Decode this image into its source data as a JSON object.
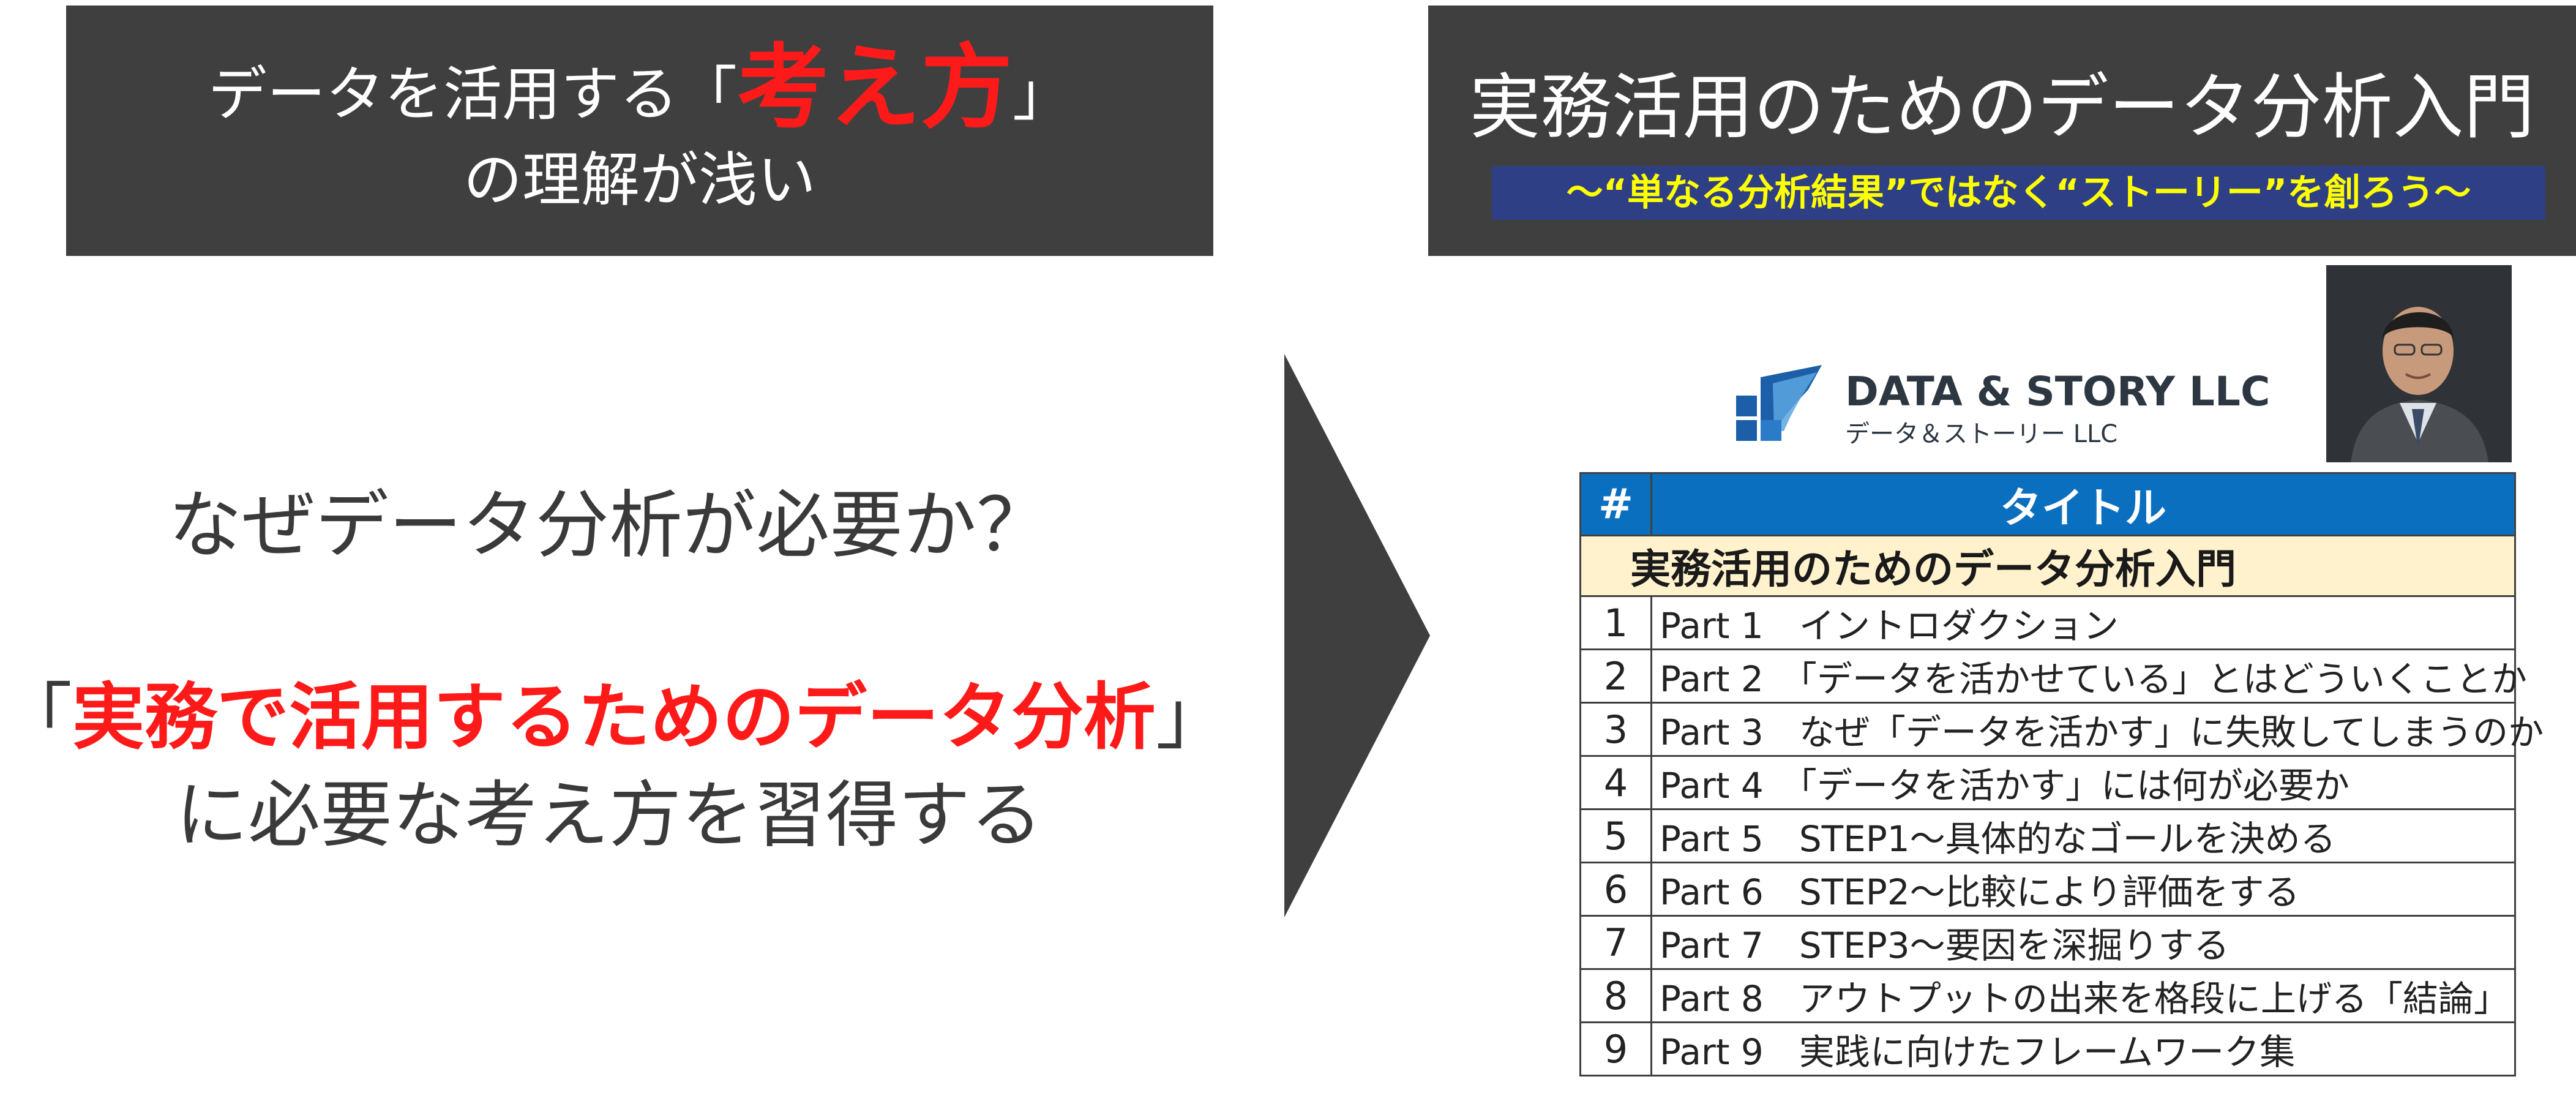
{
  "left_box": {
    "line1_before": "データを活用する「",
    "line1_emph": "考え方",
    "line1_after": "」",
    "line2": "の理解が浅い"
  },
  "right_box": {
    "title": "実務活用のためのデータ分析入門",
    "subtitle": "〜“単なる分析結果”ではなく“ストーリー”を創ろう〜"
  },
  "middle": {
    "question": "なぜデータ分析が必要か？",
    "line1_open": "「",
    "line1_emph": "実務で活用するためのデータ分析",
    "line1_close": "」",
    "line2": "に必要な考え方を習得する"
  },
  "logo": {
    "name": "DATA & STORY LLC",
    "sub": "データ＆ストーリー LLC"
  },
  "toc": {
    "col_num": "#",
    "col_title": "タイトル",
    "section": "実務活用のためのデータ分析入門",
    "rows": [
      {
        "num": "1",
        "title": "Part 1　イントロダクション"
      },
      {
        "num": "2",
        "title": "Part 2　「データを活かせている」とはどういくことか"
      },
      {
        "num": "3",
        "title": "Part 3　なぜ「データを活かす」に失敗してしまうのか"
      },
      {
        "num": "4",
        "title": "Part 4　「データを活かす」には何が必要か"
      },
      {
        "num": "5",
        "title": "Part 5　STEP1〜具体的なゴールを決める"
      },
      {
        "num": "6",
        "title": "Part 6　STEP2〜比較により評価をする"
      },
      {
        "num": "7",
        "title": "Part 7　STEP3〜要因を深掘りする"
      },
      {
        "num": "8",
        "title": "Part 8　アウトプットの出来を格段に上げる「結論」"
      },
      {
        "num": "9",
        "title": "Part 9　実践に向けたフレームワーク集"
      }
    ]
  },
  "colors": {
    "dark_box": "#3f3f3f",
    "emphasis_red": "#ff1a1a",
    "subtitle_yellow": "#ffff00",
    "subtitle_bar": "#2f3f86",
    "table_header": "#0b6fbf",
    "section_row": "#fff2cc"
  }
}
